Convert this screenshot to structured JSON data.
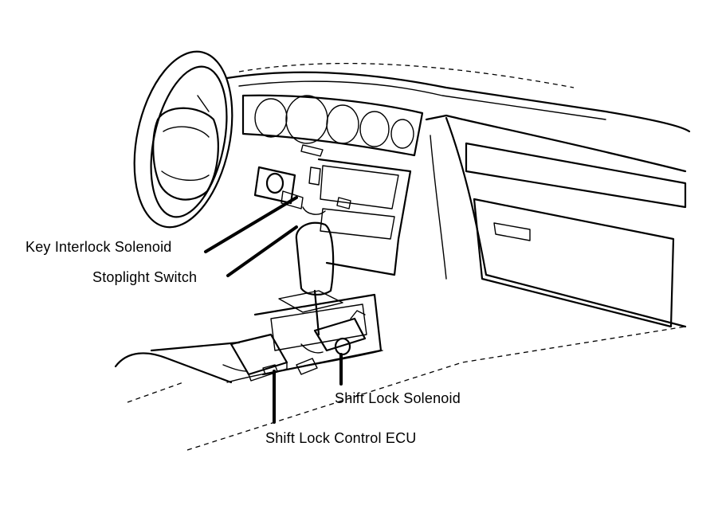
{
  "labels": {
    "key_interlock_solenoid": "Key Interlock Solenoid",
    "stoplight_switch": "Stoplight Switch",
    "shift_lock_solenoid": "Shift Lock Solenoid",
    "shift_lock_control_ecu": "Shift Lock Control ECU"
  },
  "colors": {
    "ink": "#000000",
    "paper": "#ffffff"
  }
}
